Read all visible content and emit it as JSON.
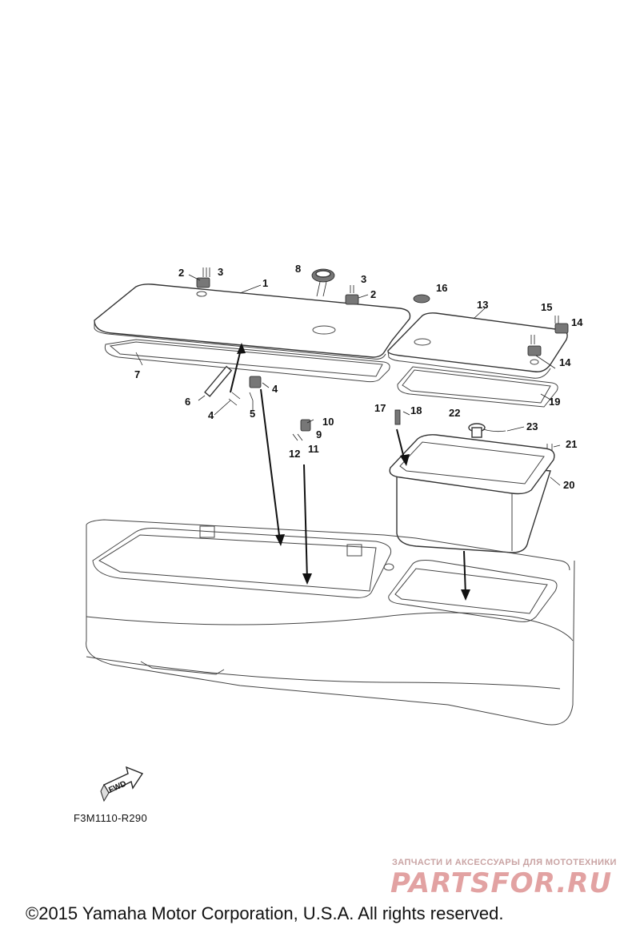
{
  "callouts": {
    "c1": "1",
    "c2a": "2",
    "c2b": "2",
    "c3a": "3",
    "c3b": "3",
    "c4a": "4",
    "c4b": "4",
    "c5": "5",
    "c6": "6",
    "c7": "7",
    "c8": "8",
    "c9": "9",
    "c10": "10",
    "c11": "11",
    "c12": "12",
    "c13": "13",
    "c14a": "14",
    "c14b": "14",
    "c15": "15",
    "c16": "16",
    "c17": "17",
    "c18": "18",
    "c19": "19",
    "c20": "20",
    "c21": "21",
    "c22": "22",
    "c23": "23"
  },
  "fwd_label": "FWD",
  "figure_code": "F3M1110-R290",
  "watermark": {
    "tagline": "ЗАПЧАСТИ И АКСЕССУАРЫ ДЛЯ МОТОТЕХНИКИ",
    "brand": "PARTSFOR.RU"
  },
  "copyright": "©2015 Yamaha Motor Corporation, U.S.A. All rights reserved."
}
